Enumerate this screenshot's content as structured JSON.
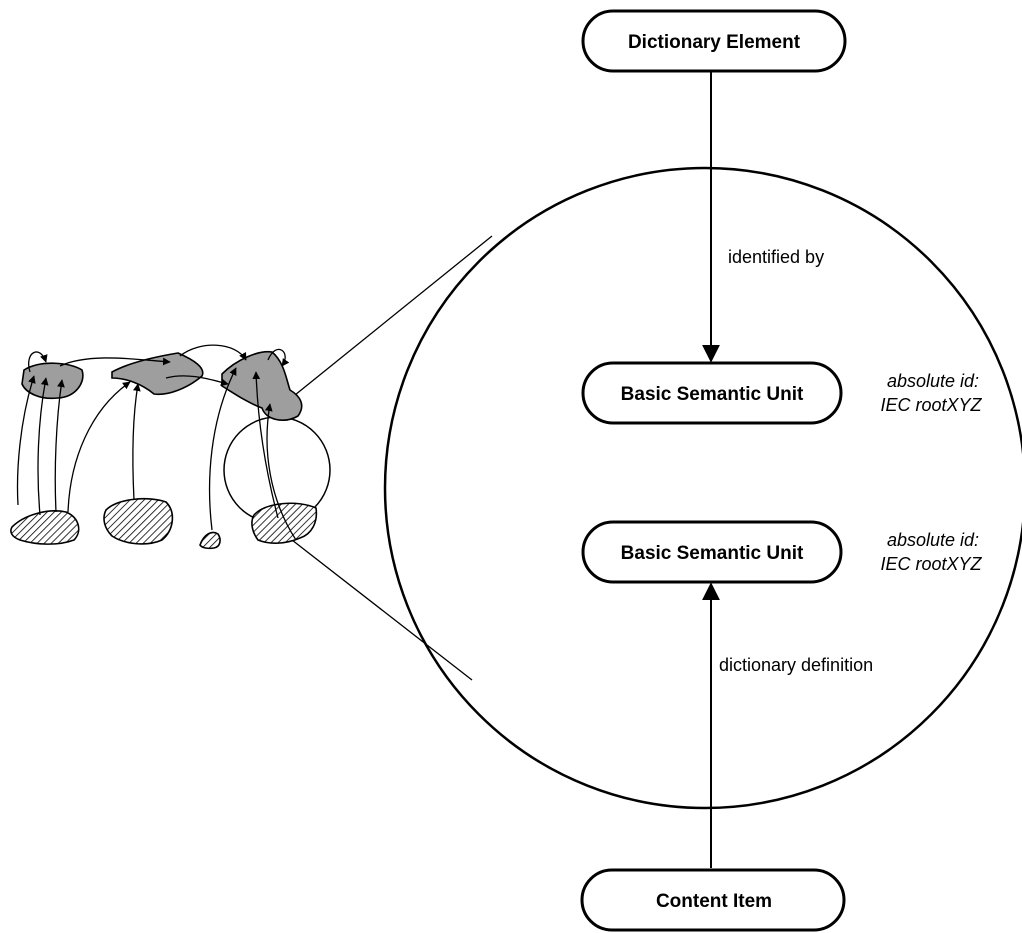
{
  "nodes": {
    "dictionary_element": "Dictionary Element",
    "bsu_top": "Basic Semantic Unit",
    "bsu_bottom": "Basic Semantic Unit",
    "content_item": "Content Item"
  },
  "edges": {
    "top_label": "identified by",
    "bottom_label": "dictionary definition"
  },
  "notes": {
    "top_line1": "absolute id:",
    "top_line2": "IEC rootXYZ",
    "bottom_line1": "absolute id:",
    "bottom_line2": "IEC rootXYZ"
  }
}
